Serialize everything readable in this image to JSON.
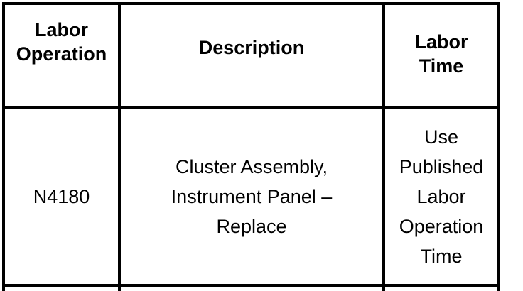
{
  "page": {
    "background_color": "#ffffff",
    "text_color": "#000000",
    "border_color": "#000000"
  },
  "table": {
    "columns": [
      {
        "id": "labor_operation",
        "label": "Labor\nOperation"
      },
      {
        "id": "description",
        "label": "Description"
      },
      {
        "id": "labor_time",
        "label": "Labor\nTime"
      }
    ],
    "rows": [
      {
        "labor_operation": "N4180",
        "description": "Cluster Assembly,\nInstrument Panel –\nReplace",
        "labor_time": "Use\nPublished\nLabor\nOperation\nTime"
      }
    ]
  }
}
